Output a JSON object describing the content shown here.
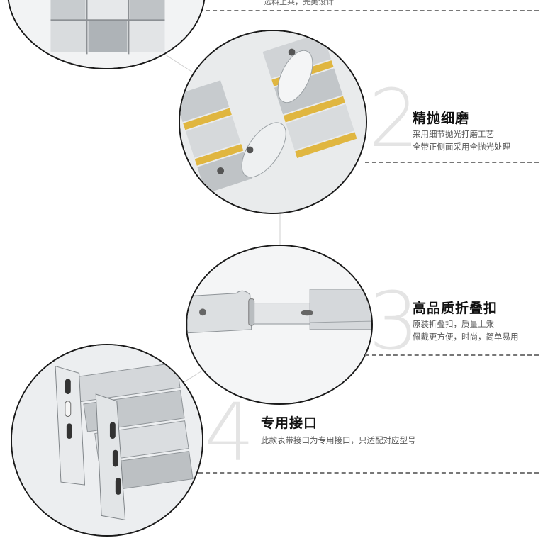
{
  "top_caption": "选料上乘，完美设计",
  "features": [
    {
      "number": "2",
      "title": "精抛细磨",
      "lines": [
        "采用细节抛光打磨工艺",
        "全带正侧面采用全抛光处理"
      ]
    },
    {
      "number": "3",
      "title": "高品质折叠扣",
      "lines": [
        "原装折叠扣，质量上乘",
        "佩戴更方便，时尚，简单易用"
      ]
    },
    {
      "number": "4",
      "title": "专用接口",
      "lines": [
        "此款表带接口为专用接口，只适配对应型号"
      ]
    }
  ],
  "photos": [
    {
      "subject": "polished-steel-links-closeup"
    },
    {
      "subject": "two-tone-gold-silver-links"
    },
    {
      "subject": "folding-clasp-buckle"
    },
    {
      "subject": "band-connector-adapter"
    }
  ],
  "colors": {
    "gold": "#e0b640",
    "steel": "#cfd3d6",
    "outline": "#1a1a1a",
    "dash": "#777777"
  }
}
